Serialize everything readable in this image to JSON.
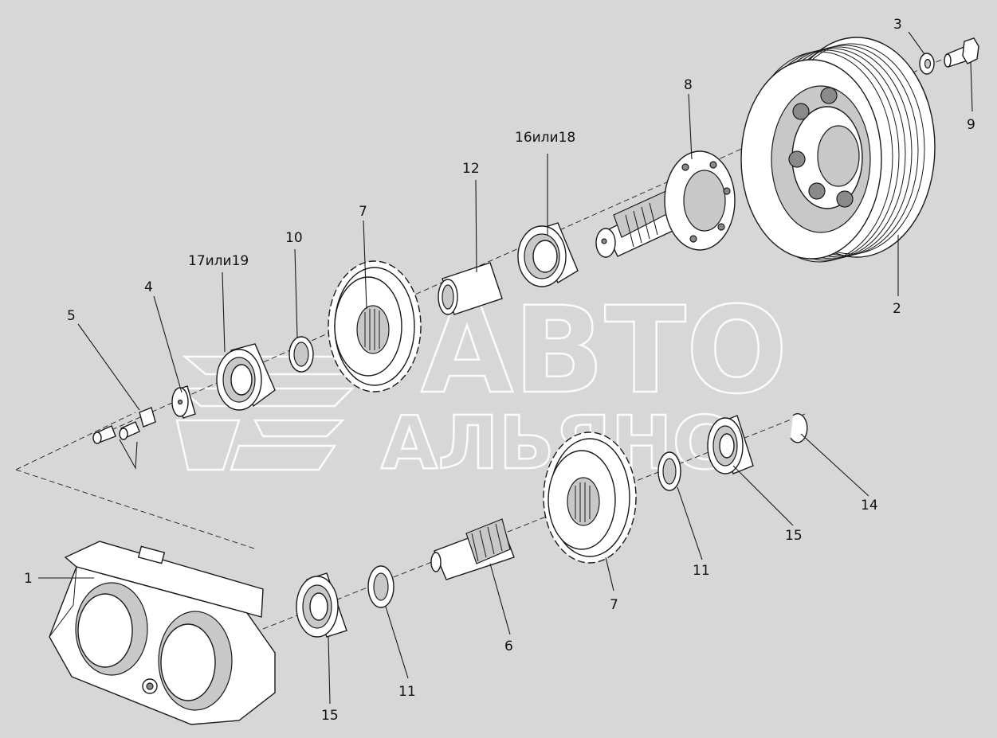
{
  "watermark": {
    "line1": "АВТО",
    "line2": "АЛЬЯНС"
  },
  "callouts": {
    "c1": "1",
    "c2": "2",
    "c3": "3",
    "c4": "4",
    "c5": "5",
    "c6": "6",
    "c7_upper": "7",
    "c7_lower": "7",
    "c8": "8",
    "c9": "9",
    "c10": "10",
    "c11_right": "11",
    "c11_lower": "11",
    "c12": "12",
    "c14": "14",
    "c15_right": "15",
    "c15_lower": "15",
    "c16or18": "16или18",
    "c17or19": "17или19"
  }
}
